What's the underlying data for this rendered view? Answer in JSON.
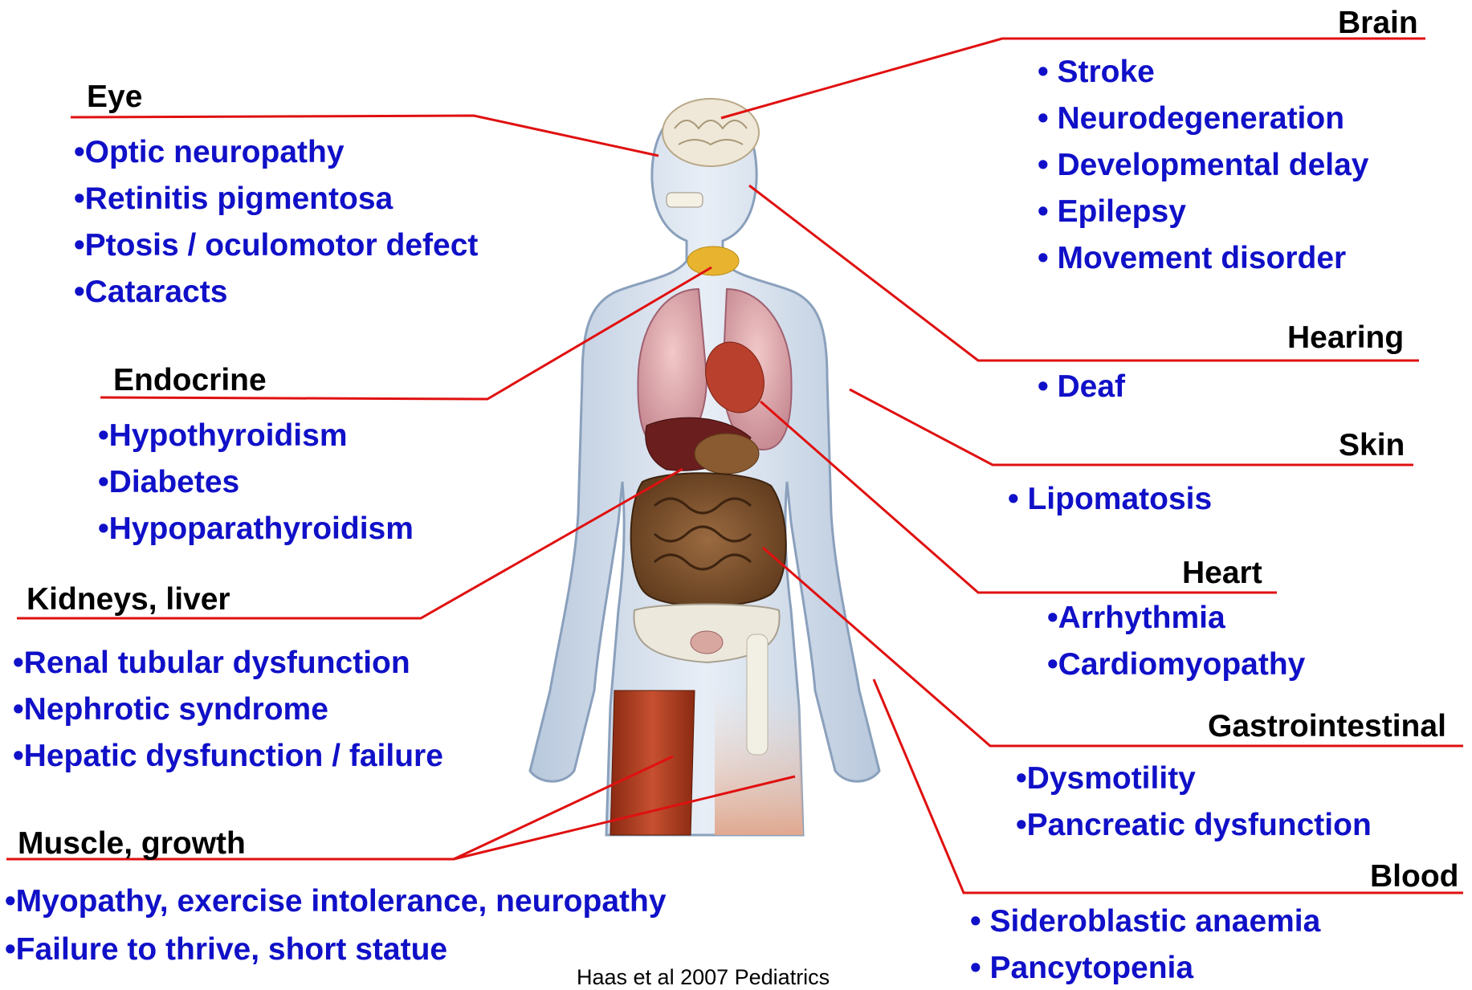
{
  "sections": {
    "eye": {
      "title": "Eye",
      "items": [
        "•Optic neuropathy",
        "•Retinitis pigmentosa",
        "•Ptosis / oculomotor defect",
        "•Cataracts"
      ]
    },
    "endocrine": {
      "title": "Endocrine",
      "items": [
        "•Hypothyroidism",
        "•Diabetes",
        "•Hypoparathyroidism"
      ]
    },
    "kidneys": {
      "title": "Kidneys, liver",
      "items": [
        "•Renal tubular dysfunction",
        "•Nephrotic syndrome",
        "•Hepatic dysfunction / failure"
      ]
    },
    "muscle": {
      "title": "Muscle, growth",
      "items": [
        "•Myopathy, exercise intolerance, neuropathy",
        "•Failure to thrive, short statue"
      ]
    },
    "brain": {
      "title": "Brain",
      "items": [
        "• Stroke",
        "• Neurodegeneration",
        "• Developmental delay",
        "• Epilepsy",
        "• Movement disorder"
      ]
    },
    "hearing": {
      "title": "Hearing",
      "items": [
        "• Deaf"
      ]
    },
    "skin": {
      "title": "Skin",
      "items": [
        "• Lipomatosis"
      ]
    },
    "heart": {
      "title": "Heart",
      "items": [
        "•Arrhythmia",
        "•Cardiomyopathy"
      ]
    },
    "gi": {
      "title": "Gastrointestinal",
      "items": [
        "•Dysmotility",
        "•Pancreatic dysfunction"
      ]
    },
    "blood": {
      "title": "Blood",
      "items": [
        "• Sideroblastic anaemia",
        "• Pancytopenia"
      ]
    }
  },
  "citation": "Haas et al 2007 Pediatrics",
  "colors": {
    "leader_line": "#e01010",
    "item_text": "#1010c8",
    "header_text": "#000000"
  }
}
